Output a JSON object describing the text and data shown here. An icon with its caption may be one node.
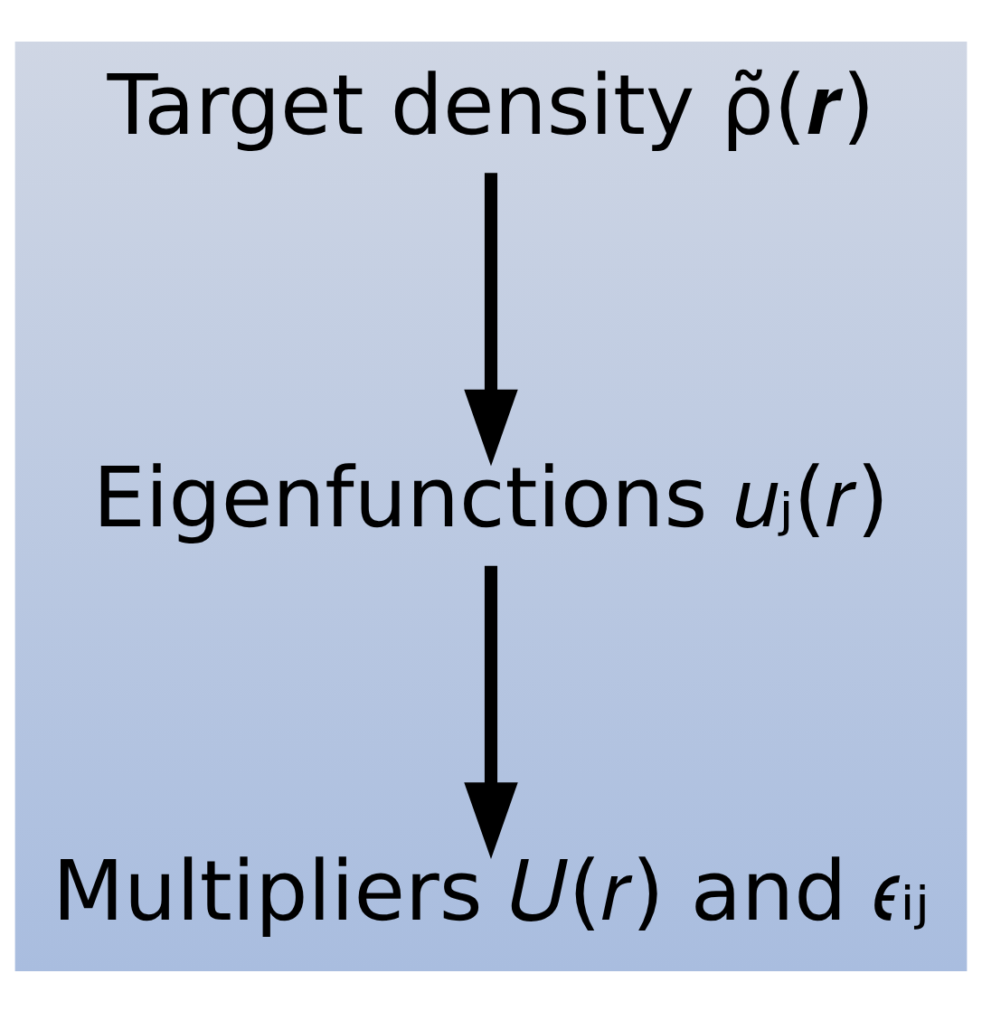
{
  "diagram": {
    "nodes": [
      {
        "text": [
          "Target density ρ̃(𝒓)"
        ]
      },
      {
        "text": [
          "Eigenfunctions 𝑢ⱼ(𝑟)"
        ]
      },
      {
        "text": [
          "Multipliers 𝑈(𝑟) and 𝜖ᵢⱼ"
        ]
      }
    ],
    "edges": [
      {
        "from": 0,
        "to": 1,
        "arrow": "to"
      },
      {
        "from": 1,
        "to": 2,
        "arrow": "to"
      }
    ]
  }
}
